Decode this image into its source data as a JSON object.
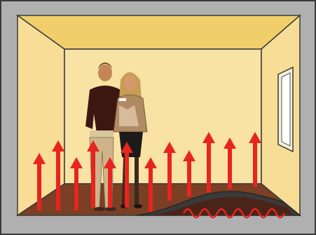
{
  "scene": {
    "colors": {
      "outer_frame": "#b0b0b0",
      "frame_stroke": "#3a3a3a",
      "ceiling": "#f0cf6a",
      "left_wall": "#f7dd95",
      "back_wall": "#f9e3a4",
      "right_wall": "#f7dd95",
      "floor": "#7a3f25",
      "floor_edge": "#2f2f2f",
      "heating_coil": "#e8241f",
      "arrow": "#e8241f",
      "window_frame": "#f3f0d8",
      "window_glass": "#ffffff"
    },
    "arrow_count": 12,
    "people": [
      "man",
      "woman"
    ]
  }
}
